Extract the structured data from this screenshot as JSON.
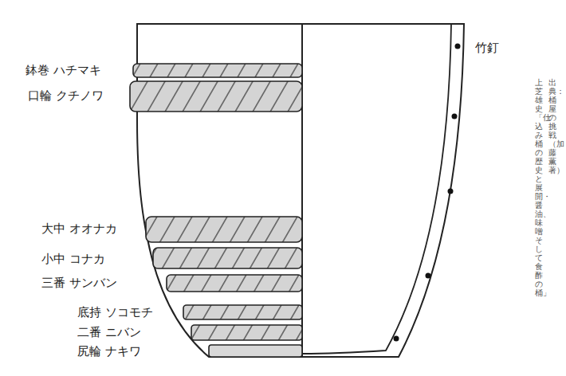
{
  "diagram": {
    "labels": [
      "鉢巻 ハチマキ",
      "口輪 クチノワ",
      "大中 オオナカ",
      "小中 コナカ",
      "三番 サンバン",
      "底持 ソコモチ",
      "二番 ニバン",
      "尻輪 ナキワ",
      "竹釘",
      "出典：桶屋の挑戦（加藤薫 著）",
      "上芝雄史「仕込み桶の歴史と展開・醤油、味噌そして食酢の桶」"
    ]
  }
}
